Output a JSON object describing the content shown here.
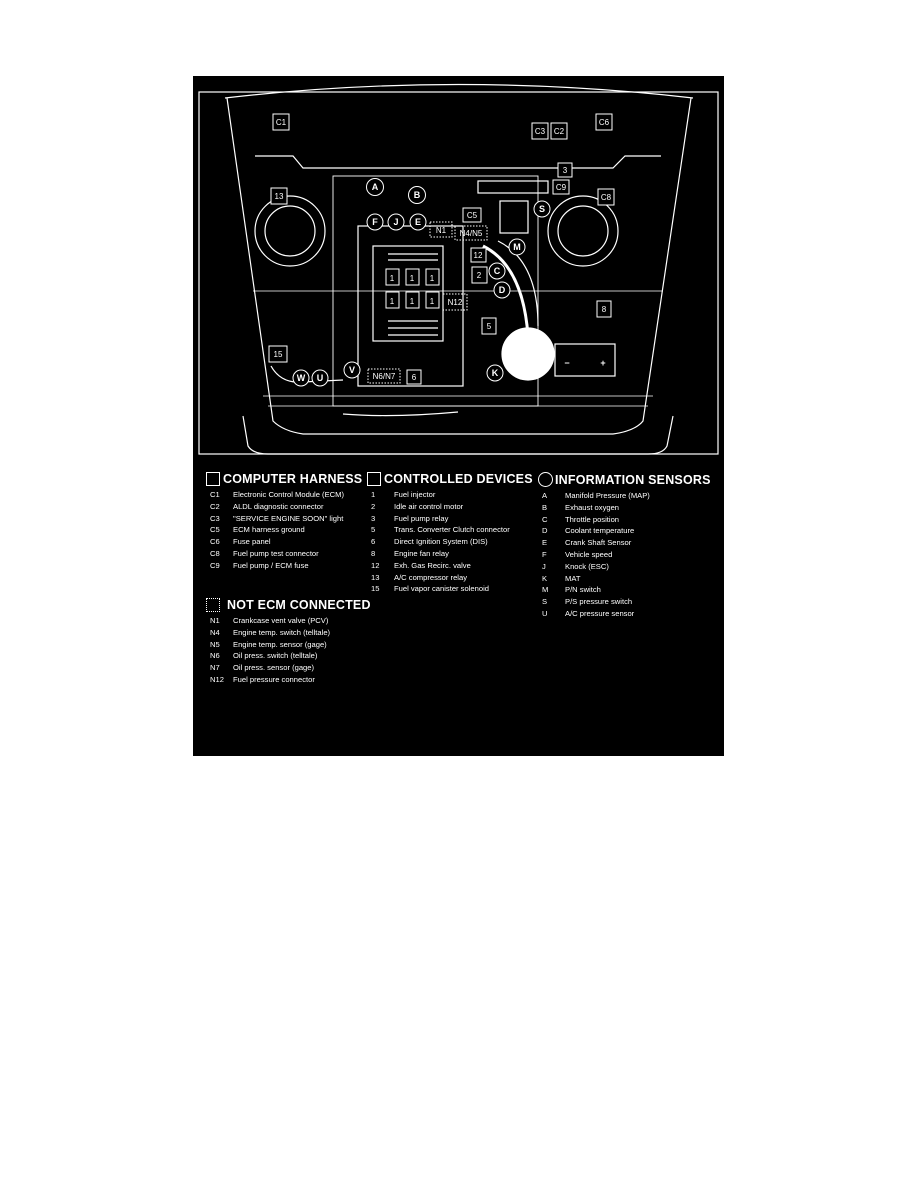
{
  "diagram": {
    "labels": {
      "c1": "C1",
      "c3": "C3",
      "c2": "C2",
      "c6": "C6",
      "d3": "3",
      "c9": "C9",
      "c8": "C8",
      "d13": "13",
      "d8": "8",
      "d15": "15",
      "c5": "C5",
      "d12": "12",
      "d2": "2",
      "d5": "5",
      "d6": "6",
      "n1": "N1",
      "n4n5": "N4/N5",
      "n12": "N12",
      "n6n7": "N6/N7",
      "a": "A",
      "b": "B",
      "f": "F",
      "j": "J",
      "e": "E",
      "s": "S",
      "m": "M",
      "c": "C",
      "d": "D",
      "k": "K",
      "v": "V",
      "w": "W",
      "u": "U",
      "inj": "1",
      "minus": "−",
      "plus": "+"
    }
  },
  "legend": {
    "computer_harness": {
      "title": "COMPUTER HARNESS",
      "items": [
        {
          "code": "C1",
          "text": "Electronic Control Module (ECM)"
        },
        {
          "code": "C2",
          "text": "ALDL diagnostic connector"
        },
        {
          "code": "C3",
          "text": "\"SERVICE ENGINE SOON\" light"
        },
        {
          "code": "C5",
          "text": "ECM harness ground"
        },
        {
          "code": "C6",
          "text": "Fuse panel"
        },
        {
          "code": "C8",
          "text": "Fuel pump test connector"
        },
        {
          "code": "C9",
          "text": " Fuel pump / ECM fuse"
        }
      ]
    },
    "controlled_devices": {
      "title": "CONTROLLED DEVICES",
      "items": [
        {
          "code": "1",
          "text": "Fuel injector"
        },
        {
          "code": "2",
          "text": "Idle air control motor"
        },
        {
          "code": "3",
          "text": "Fuel pump relay"
        },
        {
          "code": "5",
          "text": "Trans. Converter Clutch connector"
        },
        {
          "code": "6",
          "text": "Direct Ignition System  (DIS)"
        },
        {
          "code": "8",
          "text": " Engine fan relay"
        },
        {
          "code": "12",
          "text": "Exh. Gas Recirc. valve"
        },
        {
          "code": "13",
          "text": " A/C compressor relay"
        },
        {
          "code": "15",
          "text": "Fuel vapor canister solenoid"
        }
      ]
    },
    "information_sensors": {
      "title": "INFORMATION SENSORS",
      "items": [
        {
          "code": "A",
          "text": "Manifold Pressure (MAP)"
        },
        {
          "code": "B",
          "text": "Exhaust oxygen"
        },
        {
          "code": "C",
          "text": "Throttle position"
        },
        {
          "code": "D",
          "text": "Coolant temperature"
        },
        {
          "code": "E",
          "text": "Crank Shaft Sensor"
        },
        {
          "code": "F",
          "text": "Vehicle speed"
        },
        {
          "code": "J",
          "text": "Knock (ESC)"
        },
        {
          "code": "K",
          "text": "MAT"
        },
        {
          "code": "M",
          "text": "P/N switch"
        },
        {
          "code": "S",
          "text": "P/S pressure switch"
        },
        {
          "code": "U",
          "text": "A/C pressure sensor"
        }
      ]
    },
    "not_ecm_connected": {
      "title": "NOT ECM CONNECTED",
      "items": [
        {
          "code": "N1",
          "text": "Crankcase vent valve (PCV)"
        },
        {
          "code": "N4",
          "text": "Engine temp. switch (telltale)"
        },
        {
          "code": "N5",
          "text": "Engine temp. sensor (gage)"
        },
        {
          "code": "N6",
          "text": "Oil press. switch (telltale)"
        },
        {
          "code": "N7",
          "text": "Oil press. sensor (gage)"
        },
        {
          "code": "N12",
          "text": "Fuel pressure connector"
        }
      ]
    }
  }
}
